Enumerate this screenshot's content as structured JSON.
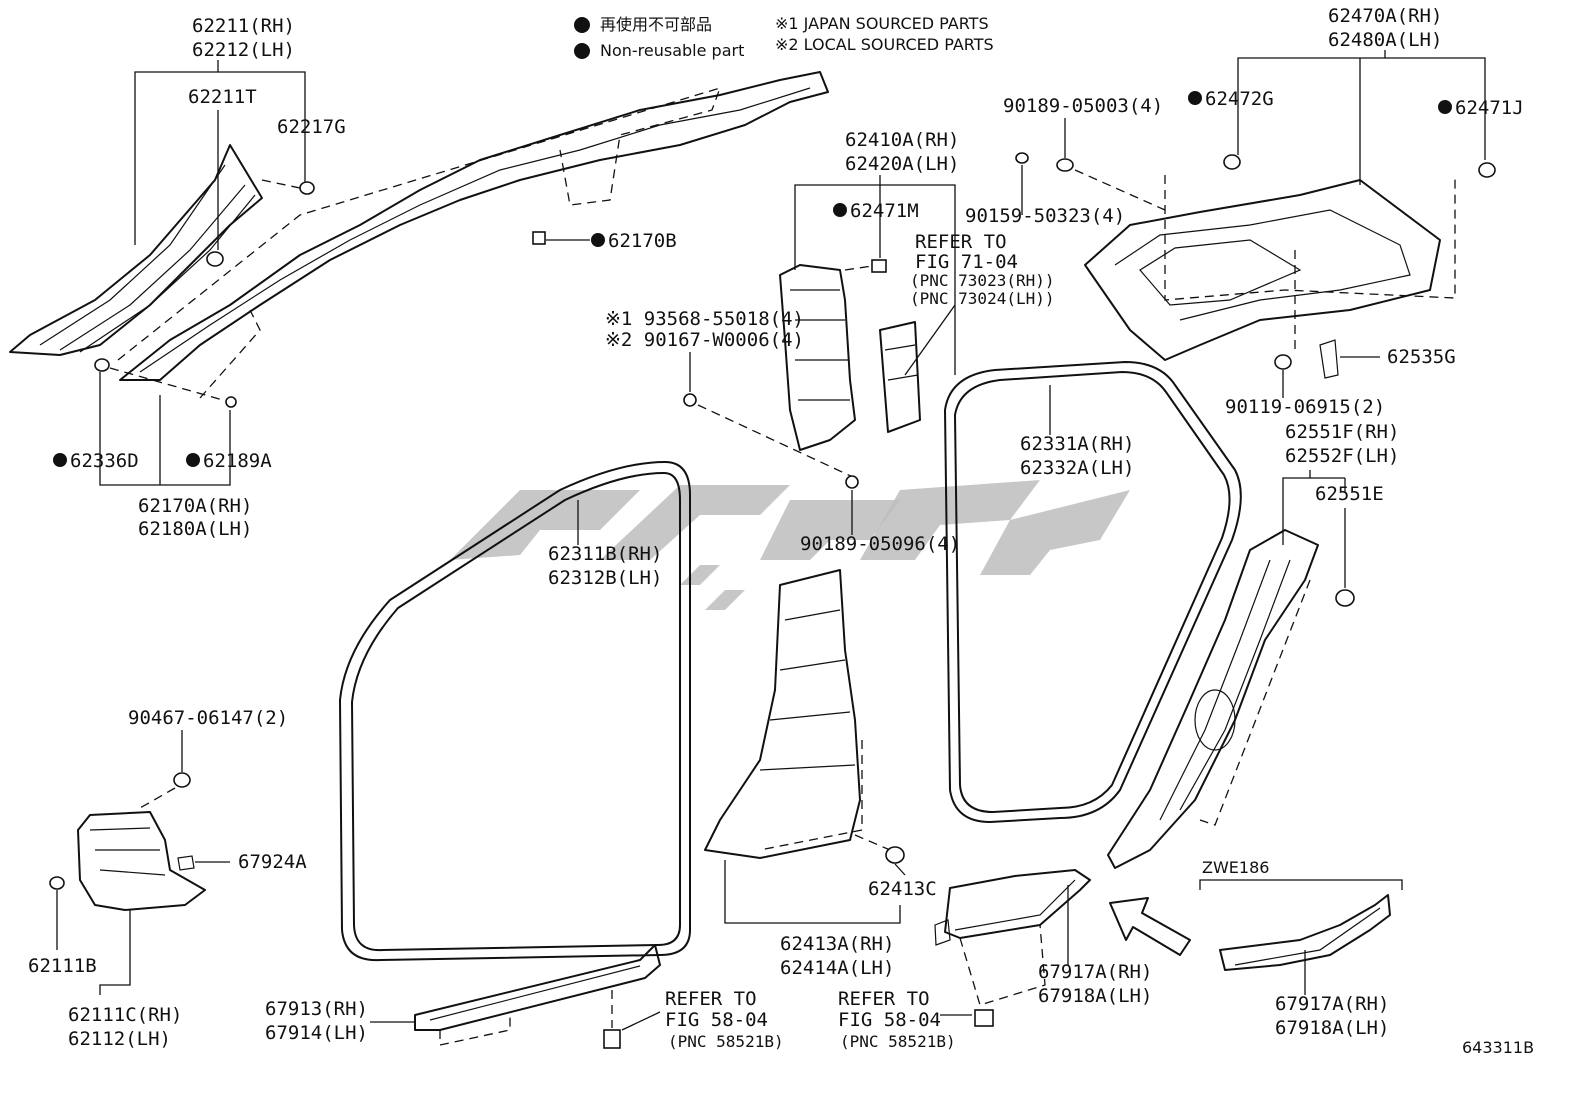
{
  "legend": {
    "jp_mark": "再使用不可部品",
    "en_mark": "Non-reusable part",
    "note1": "※1 JAPAN SOURCED PARTS",
    "note2": "※2 LOCAL SOURCED PARTS"
  },
  "labels": {
    "l62211": "62211(RH)",
    "l62212": "62212(LH)",
    "l62211T": "62211T",
    "l62217G": "62217G",
    "l62170B": "62170B",
    "l62336D": "62336D",
    "l62189A": "62189A",
    "l62170A": "62170A(RH)",
    "l62180A": "62180A(LH)",
    "l62410A": "62410A(RH)",
    "l62420A": "62420A(LH)",
    "l62471M": "62471M",
    "refer7104a": "REFER TO",
    "refer7104b": "FIG 71-04",
    "refer7104c": "(PNC 73023(RH))",
    "refer7104d": "(PNC 73024(LH))",
    "l93568": "※1 93568-55018(4)",
    "l90167": "※2 90167-W0006(4)",
    "l90189_05096": "90189-05096(4)",
    "l90189_05003": "90189-05003(4)",
    "l90159": "90159-50323(4)",
    "l62472G": "62472G",
    "l62470A": "62470A(RH)",
    "l62480A": "62480A(LH)",
    "l62471J": "62471J",
    "l62535G": "62535G",
    "l90119": "90119-06915(2)",
    "l62331A": "62331A(RH)",
    "l62332A": "62332A(LH)",
    "l62551F": "62551F(RH)",
    "l62552F": "62552F(LH)",
    "l62551E": "62551E",
    "l62311B": "62311B(RH)",
    "l62312B": "62312B(LH)",
    "l90467": "90467-06147(2)",
    "l67924A": "67924A",
    "l62111B": "62111B",
    "l62111C": "62111C(RH)",
    "l62112": "62112(LH)",
    "l62413C": "62413C",
    "l62413A": "62413A(RH)",
    "l62414A": "62414A(LH)",
    "l67913": "67913(RH)",
    "l67914": "67914(LH)",
    "refer5804a_1": "REFER TO",
    "refer5804b_1": "FIG 58-04",
    "refer5804c_1": "(PNC 58521B)",
    "refer5804a_2": "REFER TO",
    "refer5804b_2": "FIG 58-04",
    "refer5804c_2": "(PNC 58521B)",
    "l67917A_1": "67917A(RH)",
    "l67918A_1": "67918A(LH)",
    "l67917A_2": "67917A(RH)",
    "l67918A_2": "67918A(LH)",
    "zwe": "ZWE186",
    "code": "643311B"
  }
}
